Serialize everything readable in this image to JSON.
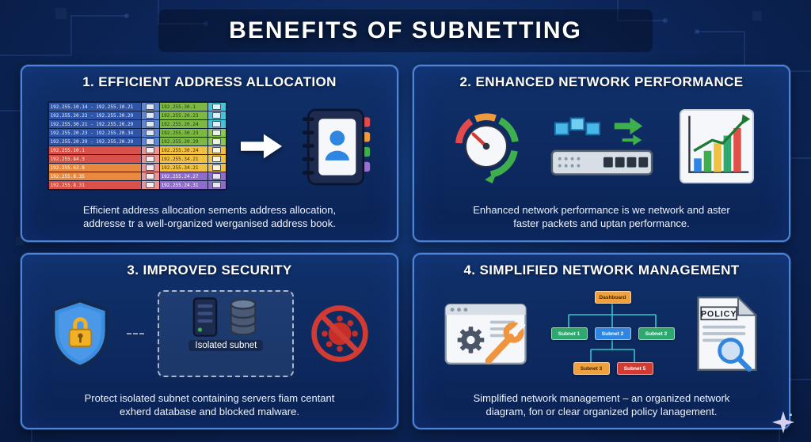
{
  "title": "BENEFITS OF SUBNETTING",
  "colors": {
    "background": "#0c2558",
    "panel_border": "#4d84d8",
    "title_color": "#ffffff",
    "diagram_line": "#35c4c8",
    "alert_red": "#d23b34",
    "success_green": "#3fae4c",
    "accent_orange": "#f0a13f",
    "accent_blue": "#2e86e0"
  },
  "panel1": {
    "heading": "1. EFFICIENT ADDRESS ALLOCATION",
    "caption_line1": "Efficient address allocation sements address allocation,",
    "caption_line2": "addresse tr a well-organized werganised address book.",
    "ip_left": [
      "192.255.10.14 - 192.255.10.21",
      "192.255.20.23 - 192.255.20.29",
      "192.255.30.21 - 192.255.20.29",
      "192.255.20.23 - 192.255.20.34",
      "192.255.20.29 - 192.255.20.29",
      "192.255.10.1",
      "192.255.84.3",
      "192.255.63.8",
      "192.255.8.35",
      "192.255.8.31"
    ],
    "ip_right": [
      "192.255.30.1",
      "192.255.20.23",
      "192.255.20.24",
      "192.255.30.23",
      "192.255.20.29",
      "192.255.30.24",
      "192.255.34.21",
      "192.255.34.21",
      "192.255.24.27",
      "192.255.24.31"
    ]
  },
  "panel2": {
    "heading": "2. ENHANCED NETWORK PERFORMANCE",
    "caption_line1": "Enhanced network performance is we network and aster",
    "caption_line2": "faster packets and uptan performance."
  },
  "panel3": {
    "heading": "3. IMPROVED SECURITY",
    "subnet_label": "Isolated subnet",
    "caption_line1": "Protect isolated subnet containing servers fiam centant",
    "caption_line2": "exherd database and blocked malware."
  },
  "panel4": {
    "heading": "4. SIMPLIFIED NETWORK MANAGEMENT",
    "diagram": {
      "root": "Dashboard",
      "level2": [
        "Subnet 1",
        "Subnet 2",
        "Subnet 2"
      ],
      "level3": [
        "Subnet 3",
        "Subnet 5"
      ]
    },
    "policy_label": "POLICY",
    "caption_line1": "Simplified network management – an organized network",
    "caption_line2": "diagram, fon or clear organized policy lanagement."
  }
}
